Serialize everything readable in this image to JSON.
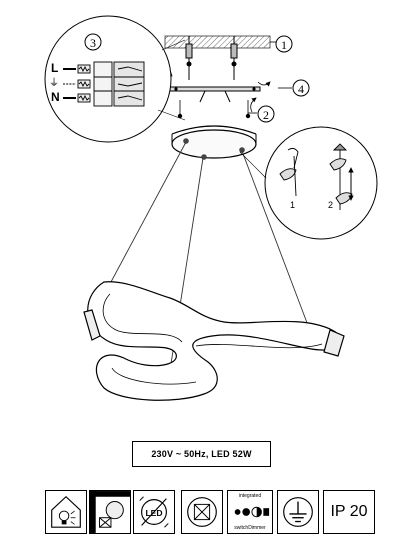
{
  "callouts": {
    "n1": "1",
    "n2": "2",
    "n3": "3",
    "n4": "4"
  },
  "wiring": {
    "live": "L",
    "neutral": "N",
    "earth_symbol": "⏚"
  },
  "adjust": {
    "step1": "1",
    "step2": "2"
  },
  "specs": {
    "text": "230V ~ 50Hz,  LED   52W"
  },
  "icons": {
    "integrated": "integrated",
    "switch_dimmer": "switchDimmer",
    "ip_rating": "IP 20",
    "led_text": "LED"
  }
}
